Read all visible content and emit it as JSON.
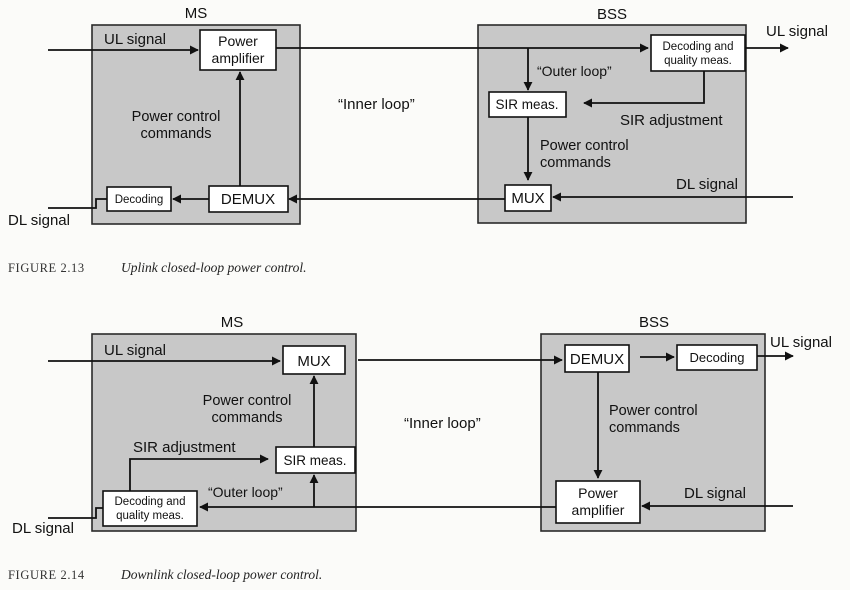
{
  "figure_13": {
    "ms_title": "MS",
    "bss_title": "BSS",
    "ul_signal_in": "UL signal",
    "ul_signal_out": "UL signal",
    "power_amplifier": [
      "Power",
      "amplifier"
    ],
    "power_control_commands_left": [
      "Power control",
      "commands"
    ],
    "decoding": "Decoding",
    "demux": "DEMUX",
    "dl_signal_out": "DL signal",
    "inner_loop": "“Inner loop”",
    "decoding_quality": [
      "Decoding and",
      "quality meas."
    ],
    "outer_loop": "“Outer loop”",
    "sir_meas": "SIR meas.",
    "sir_adjustment": "SIR adjustment",
    "power_control_commands_right": [
      "Power control",
      "commands"
    ],
    "dl_signal_in": "DL signal",
    "mux": "MUX",
    "caption_number": "FIGURE 2.13",
    "caption_text": "Uplink closed-loop power control."
  },
  "figure_14": {
    "ms_title": "MS",
    "bss_title": "BSS",
    "ul_signal_in": "UL signal",
    "mux": "MUX",
    "power_control_commands_left": [
      "Power control",
      "commands"
    ],
    "sir_adjustment": "SIR adjustment",
    "sir_meas": "SIR meas.",
    "outer_loop": "“Outer loop”",
    "decoding_quality": [
      "Decoding and",
      "quality meas."
    ],
    "dl_signal_out": "DL signal",
    "inner_loop": "“Inner loop”",
    "demux": "DEMUX",
    "decoding": "Decoding",
    "ul_signal_out": "UL signal",
    "power_control_commands_right": [
      "Power control",
      "commands"
    ],
    "power_amplifier": [
      "Power",
      "amplifier"
    ],
    "dl_signal_in": "DL signal",
    "caption_number": "FIGURE 2.14",
    "caption_text": "Downlink closed-loop power control."
  }
}
